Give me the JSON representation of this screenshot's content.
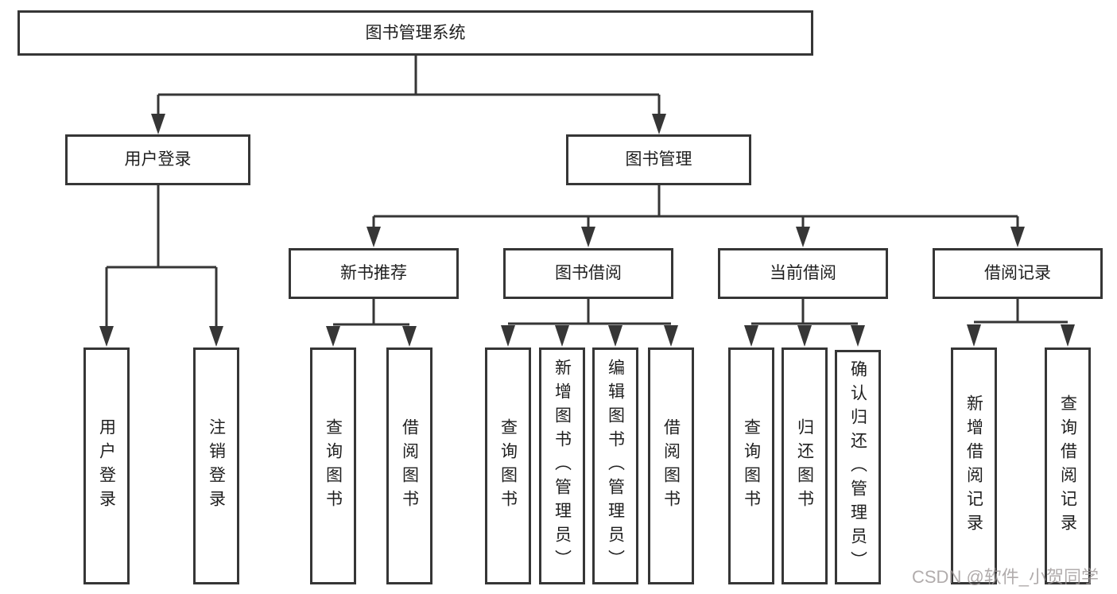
{
  "diagram_title": "图书管理系统",
  "colors": {
    "background": "#ffffff",
    "line": "#363636",
    "text": "#1f1f1f",
    "watermark": "#9b9595"
  },
  "watermark": {
    "text": "CSDN @软件_小贺同学"
  },
  "nodes": {
    "root": {
      "label": "图书管理系统"
    },
    "level2": [
      {
        "label": "用户登录"
      },
      {
        "label": "图书管理"
      }
    ],
    "level3": [
      {
        "label": "新书推荐",
        "parent": "图书管理"
      },
      {
        "label": "图书借阅",
        "parent": "图书管理"
      },
      {
        "label": "当前借阅",
        "parent": "图书管理"
      },
      {
        "label": "借阅记录",
        "parent": "图书管理"
      }
    ],
    "leaves": [
      {
        "label": "用户登录",
        "parent": "用户登录"
      },
      {
        "label": "注销登录",
        "parent": "用户登录"
      },
      {
        "label": "查询图书",
        "parent": "新书推荐"
      },
      {
        "label": "借阅图书",
        "parent": "新书推荐"
      },
      {
        "label": "查询图书",
        "parent": "图书借阅"
      },
      {
        "label": "新增图书（管理员）",
        "parent": "图书借阅"
      },
      {
        "label": "编辑图书（管理员）",
        "parent": "图书借阅"
      },
      {
        "label": "借阅图书",
        "parent": "图书借阅"
      },
      {
        "label": "查询图书",
        "parent": "当前借阅"
      },
      {
        "label": "归还图书",
        "parent": "当前借阅"
      },
      {
        "label": "确认归还（管理员）",
        "parent": "当前借阅"
      },
      {
        "label": "新增借阅记录",
        "parent": "借阅记录"
      },
      {
        "label": "查询借阅记录",
        "parent": "借阅记录"
      }
    ]
  }
}
